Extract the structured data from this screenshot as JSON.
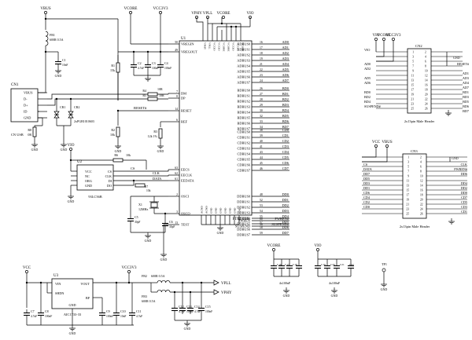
{
  "nets": {
    "vbus": "VBUS",
    "vcore": "VCORE",
    "vccio": "VCC3V3",
    "vphy": "VPHY",
    "vpll": "VPLL",
    "vio": "VIO",
    "vcc": "VCC",
    "gnd": "GND",
    "reset": "RESET#",
    "pwren": "PWREN#",
    "suspend": "SUSPEND#",
    "data": "DATA",
    "clk": "CLK",
    "cs": "CS"
  },
  "u1": {
    "ref": "U1",
    "part": "FT4232HL",
    "left_pins": [
      {
        "num": "50",
        "name": "VREGIN"
      },
      {
        "num": "49",
        "name": "VREGOUT"
      },
      {
        "num": "7",
        "name": "DM"
      },
      {
        "num": "8",
        "name": "DP"
      },
      {
        "num": "14",
        "name": "RESET"
      },
      {
        "num": "6",
        "name": "REF"
      },
      {
        "num": "63",
        "name": "EECS"
      },
      {
        "num": "62",
        "name": "EECLK"
      },
      {
        "num": "61",
        "name": "EEDATA"
      },
      {
        "num": "2",
        "name": "OSCI"
      },
      {
        "num": "3",
        "name": "OSCO"
      },
      {
        "num": "13",
        "name": "TEST"
      }
    ],
    "top_pins": [
      "VPHY",
      "VPLL",
      "VCCIO",
      "VCCIO",
      "VCORE",
      "VCORE",
      "VCCIO",
      "VCCIO",
      "VCORE"
    ],
    "bottom_pins": [
      "AGND",
      "AGND",
      "GND",
      "GND",
      "GND",
      "GND",
      "GND",
      "GND",
      "GND"
    ],
    "ports": [
      {
        "pins": [
          "16",
          "17",
          "18",
          "19",
          "21",
          "22",
          "23",
          "24"
        ],
        "names": [
          "ADBUS0",
          "ADBUS1",
          "ADBUS2",
          "ADBUS3",
          "ADBUS4",
          "ADBUS5",
          "ADBUS6",
          "ADBUS7"
        ],
        "nets": [
          "AD0",
          "AD1",
          "AD2",
          "AD3",
          "AD4",
          "AD5",
          "AD6",
          "AD7"
        ]
      },
      {
        "pins": [
          "26",
          "27",
          "28",
          "29",
          "30",
          "32",
          "33",
          "34"
        ],
        "names": [
          "BDBUS0",
          "BDBUS1",
          "BDBUS2",
          "BDBUS3",
          "BDBUS4",
          "BDBUS5",
          "BDBUS6",
          "BDBUS7"
        ],
        "nets": [
          "BD0",
          "BD1",
          "BD2",
          "BD3",
          "BD4",
          "BD5",
          "BD6",
          "BD7"
        ]
      },
      {
        "pins": [
          "38",
          "39",
          "40",
          "41",
          "43",
          "44",
          "45",
          "46"
        ],
        "names": [
          "CDBUS0",
          "CDBUS1",
          "CDBUS2",
          "CDBUS3",
          "CDBUS4",
          "CDBUS5",
          "CDBUS6",
          "CDBUS7"
        ],
        "nets": [
          "CD0",
          "CD1",
          "CD2",
          "CD3",
          "CD4",
          "CD5",
          "CD6",
          "CD7"
        ]
      },
      {
        "pins": [
          "48",
          "52",
          "53",
          "54",
          "55",
          "57",
          "58",
          "59"
        ],
        "names": [
          "DDBUS0",
          "DDBUS1",
          "DDBUS2",
          "DDBUS3",
          "DDBUS4",
          "DDBUS5",
          "DDBUS6",
          "DDBUS7"
        ],
        "nets": [
          "DD0",
          "DD1",
          "DD2",
          "DD3",
          "DD4",
          "DD5",
          "DD6",
          "DD7"
        ]
      }
    ],
    "pwren": {
      "pin": "60",
      "name": "PWREN",
      "net": "PWREN#"
    },
    "suspend": {
      "pin": "36",
      "name": "SUSPEND",
      "net": "SUSPEND#"
    }
  },
  "cn1": {
    "ref": "CN1",
    "part": "CN USB",
    "pins": [
      "VBUS",
      "D-",
      "D+",
      "ID",
      "GND"
    ]
  },
  "u2": {
    "ref": "U2",
    "part": "93LC56B",
    "left_pins": [
      "VCC",
      "NC",
      "ORG",
      "GND"
    ],
    "right_pins": [
      "CS",
      "CLK",
      "DI",
      "DO"
    ]
  },
  "u3": {
    "ref": "U3",
    "part": "AIC1733-33",
    "pins_top": [
      "VIN",
      "VOUT"
    ],
    "pins_mid": [
      "SHDN",
      "BP"
    ],
    "pin_gnd": "GND"
  },
  "cn2": {
    "ref": "CN2",
    "part": "2x13pin Male Header",
    "left_labels": [
      "VIO",
      "AD0",
      "AD2",
      "AD5",
      "AD6",
      "BD0",
      "BD2",
      "BD4",
      "SUSPEND#"
    ],
    "right_labels": [
      "RESET#",
      "AD1",
      "AD3",
      "AD4",
      "AD7",
      "BD1",
      "BD3",
      "BD5",
      "BD6",
      "BD7"
    ]
  },
  "cn3": {
    "ref": "CN3",
    "part": "2x13pin Male Header",
    "left_labels": [
      "CS",
      "DATA",
      "DD7",
      "DD5",
      "DD3",
      "DD1",
      "CD6",
      "CD4",
      "CD2",
      "CD0"
    ],
    "right_labels": [
      "CLK",
      "PWREN#",
      "DD6",
      "DD4",
      "DD2",
      "DD0",
      "CD7",
      "CD5",
      "CD3",
      "CD1"
    ]
  },
  "components": {
    "fb1": {
      "ref": "FB1",
      "value": "600R 0.5A"
    },
    "fb2": {
      "ref": "FB2",
      "value": "600R 0.5A"
    },
    "fb3": {
      "ref": "FB3",
      "value": "600R 0.5A"
    },
    "c1": {
      "ref": "C1",
      "value": "10nF"
    },
    "c2": {
      "ref": "C2",
      "value": "4.7uF"
    },
    "c3": {
      "ref": "C3",
      "value": "100nF"
    },
    "c4": {
      "ref": "C4",
      "value": "100nF"
    },
    "c5": {
      "ref": "C5",
      "value": "30pF"
    },
    "c6": {
      "ref": "C6",
      "value": "30pF"
    },
    "r1": {
      "ref": "R1",
      "value": "15k"
    },
    "r2": {
      "ref": "R2",
      "value": "10k"
    },
    "r3": {
      "ref": "R3",
      "value": "12k 1%"
    },
    "r4": {
      "ref": "R4",
      "value": "10R"
    },
    "r5": {
      "ref": "R5",
      "value": "10R"
    },
    "r6": {
      "ref": "R6",
      "value": "10k"
    },
    "r7": {
      "ref": "R7",
      "value": "10k"
    },
    "r8": {
      "ref": "R8",
      "value": "0R"
    },
    "r9": {
      "ref": "R9",
      "value": "2.2k"
    },
    "cr1": {
      "ref": "CR1"
    },
    "cr2": {
      "ref": "CR2",
      "value": "2xPGB1010603"
    },
    "x1": {
      "ref": "X1",
      "value": "12MHz"
    },
    "c7": {
      "ref": "C7",
      "value": "4.7uF"
    },
    "c8": {
      "ref": "C8",
      "value": "100nF"
    },
    "c9": {
      "ref": "C9",
      "value": "100nF"
    },
    "c10": {
      "ref": "C10",
      "value": "10nF"
    },
    "c11": {
      "ref": "C11",
      "value": "4.7uF"
    },
    "c12": {
      "ref": "C12",
      "value": "4.7uF"
    },
    "c13": {
      "ref": "C13",
      "value": "100nF"
    },
    "c14": {
      "ref": "C14",
      "value": "4.7uF"
    },
    "c15": {
      "ref": "C15",
      "value": "100nF"
    },
    "tp1": {
      "ref": "TP1"
    },
    "vcore_bank": {
      "refs": [
        "C16",
        "C17",
        "C18"
      ],
      "value": "4x100nF"
    },
    "vio_bank": {
      "refs": [
        "C19",
        "C20",
        "C21",
        "C22"
      ],
      "value": "4x100nF"
    }
  }
}
